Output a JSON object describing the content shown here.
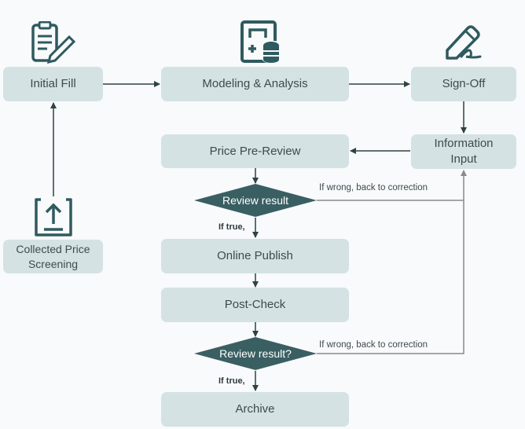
{
  "colors": {
    "background": "#f8fafb",
    "box_fill": "#d4e2e3",
    "box_text": "#3f4a4c",
    "diamond_fill": "#3a5f63",
    "arrow_dark": "#2f4245",
    "arrow_gray": "#8a8a8a",
    "icon_color": "#2f5a5f"
  },
  "nodes": {
    "initial_fill": "Initial Fill",
    "modeling_analysis": "Modeling & Analysis",
    "sign_off": "Sign-Off",
    "information_input_line1": "Information",
    "information_input_line2": "Input",
    "price_pre_review": "Price Pre-Review",
    "review_result_1": "Review result",
    "online_publish": "Online Publish",
    "post_check": "Post-Check",
    "review_result_2": "Review result?",
    "archive": "Archive",
    "collected_price_line1": "Collected Price",
    "collected_price_line2": "Screening"
  },
  "edge_labels": {
    "wrong_1": "If wrong, back to correction",
    "true_1": "If true,",
    "wrong_2": "If wrong, back to correction",
    "true_2": "If true,"
  },
  "icons": {
    "initial_fill": "clipboard-edit-icon",
    "modeling_analysis": "calculator-database-icon",
    "sign_off": "pen-signature-icon",
    "collected_price": "upload-icon"
  }
}
